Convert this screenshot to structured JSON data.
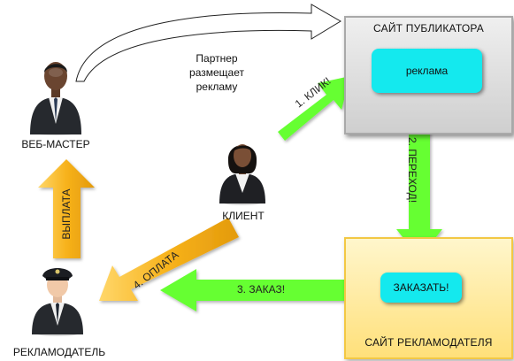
{
  "publisher": {
    "title": "САЙТ ПУБЛИКАТОРА",
    "ad_label": "реклама"
  },
  "advertiser_site": {
    "title": "САЙТ РЕКЛАМОДАТЕЛЯ",
    "order_label": "ЗАКАЗАТЬ!"
  },
  "people": {
    "webmaster": "ВЕБ-МАСТЕР",
    "client": "КЛИЕНТ",
    "advertiser": "РЕКЛАМОДАТЕЛЬ"
  },
  "partner_note": [
    "Партнер",
    "размещает",
    "рекламу"
  ],
  "arrows": {
    "click": "1. КЛИК!",
    "transition": "2. ПЕРЕХОД!",
    "order": "3. ЗАКАЗ!",
    "payment": "4. ОПЛАТА",
    "payout": "ВЫПЛАТА"
  },
  "colors": {
    "green_arrow": "#66ff33",
    "orange_arrow": "#f7b21b",
    "cyan_box": "#14e9ee",
    "publisher_box": "#dcdcdc",
    "advertiser_box": "#ffe99a"
  },
  "icons": {
    "webmaster": "businessman-icon",
    "client": "woman-client-icon",
    "advertiser": "pilot-businessman-icon"
  }
}
